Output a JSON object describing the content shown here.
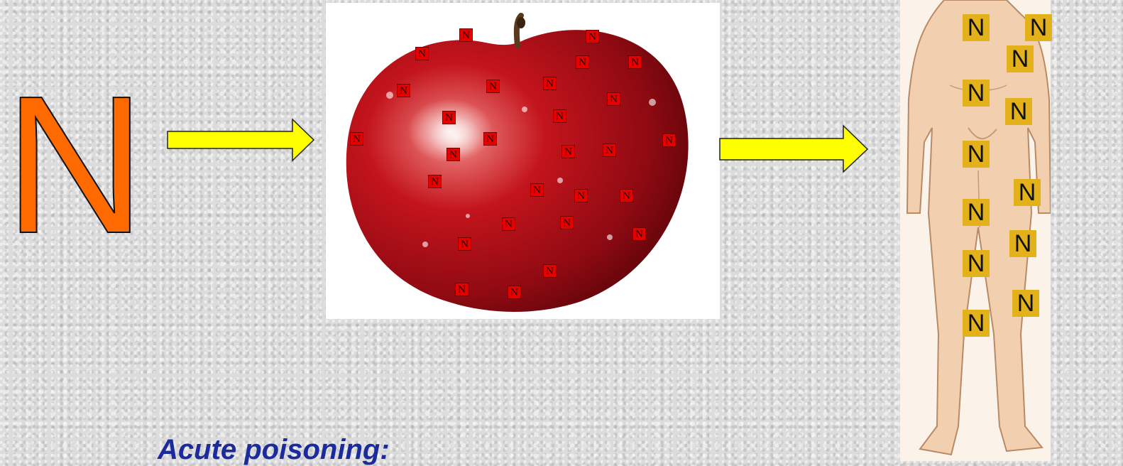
{
  "symbol": "N",
  "caption": "Acute poisoning:",
  "colors": {
    "symbol": "#ff6a00",
    "arrow_fill": "#ffff00",
    "caption": "#1c2b9c",
    "apple_badge": "#e60000",
    "body_badge": "#e3b21a"
  },
  "apple_badge_count": 28,
  "body_badge_count": 12
}
